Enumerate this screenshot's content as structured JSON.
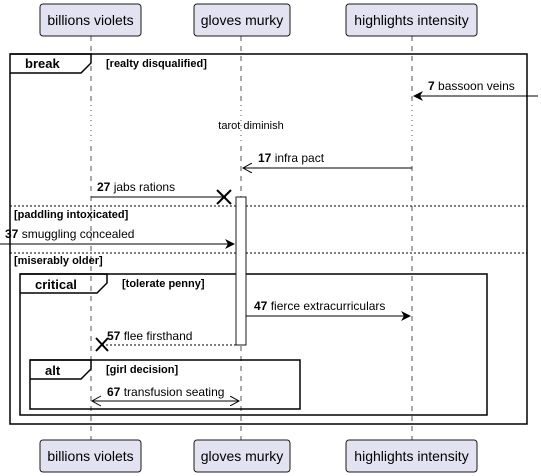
{
  "participants": [
    "billions violets",
    "gloves murky",
    "highlights intensity"
  ],
  "fragments": {
    "break": {
      "keyword": "break",
      "guard": "[realty disqualified]",
      "else1": "[paddling intoxicated]",
      "else2": "[miserably older]"
    },
    "critical": {
      "keyword": "critical",
      "guard": "[tolerate penny]"
    },
    "alt": {
      "keyword": "alt",
      "guard": "[girl decision]"
    }
  },
  "delay": "tarot diminish",
  "messages": [
    {
      "num": "7",
      "text": "bassoon veins"
    },
    {
      "num": "17",
      "text": "infra pact"
    },
    {
      "num": "27",
      "text": "jabs rations"
    },
    {
      "num": "37",
      "text": "smuggling concealed"
    },
    {
      "num": "47",
      "text": "fierce extracurriculars"
    },
    {
      "num": "57",
      "text": "flee firsthand"
    },
    {
      "num": "67",
      "text": "transfusion seating"
    }
  ]
}
